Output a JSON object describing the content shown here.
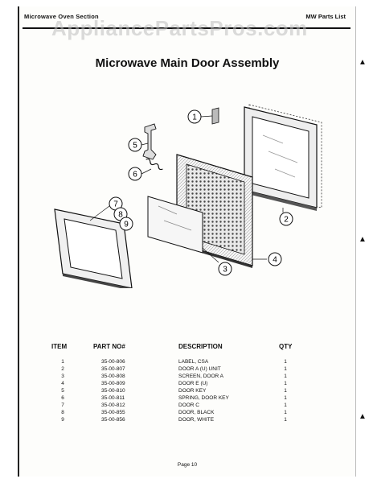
{
  "header": {
    "left": "Microwave Oven Section",
    "right": "MW Parts List",
    "watermark": "AppliancePartsPros.com"
  },
  "title": "Microwave Main Door Assembly",
  "callouts": [
    "1",
    "2",
    "3",
    "4",
    "5",
    "6",
    "7",
    "8",
    "9"
  ],
  "table": {
    "headers": {
      "item": "ITEM",
      "part": "PART NO#",
      "desc": "DESCRIPTION",
      "qty": "QTY"
    },
    "rows": [
      {
        "item": "1",
        "part": "35-00-806",
        "desc": "LABEL, CSA",
        "qty": "1"
      },
      {
        "item": "2",
        "part": "35-00-807",
        "desc": "DOOR A (U) UNIT",
        "qty": "1"
      },
      {
        "item": "3",
        "part": "35-00-808",
        "desc": "SCREEN, DOOR A",
        "qty": "1"
      },
      {
        "item": "4",
        "part": "35-00-809",
        "desc": "DOOR E (U)",
        "qty": "1"
      },
      {
        "item": "5",
        "part": "35-00-810",
        "desc": "DOOR KEY",
        "qty": "1"
      },
      {
        "item": "6",
        "part": "35-00-811",
        "desc": "SPRING, DOOR KEY",
        "qty": "1"
      },
      {
        "item": "7",
        "part": "35-00-812",
        "desc": "DOOR C",
        "qty": "1"
      },
      {
        "item": "8",
        "part": "35-00-855",
        "desc": "DOOR, BLACK",
        "qty": "1"
      },
      {
        "item": "9",
        "part": "35-00-856",
        "desc": "DOOR, WHITE",
        "qty": "1"
      }
    ]
  },
  "footer": "Page 10"
}
